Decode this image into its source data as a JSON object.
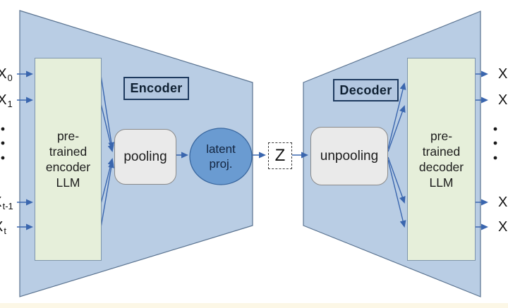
{
  "figure": {
    "type": "encoder-decoder autoencoder architecture diagram"
  },
  "colors": {
    "trapezoid_fill": "#b9cde4",
    "trapezoid_stroke": "#5a7390",
    "llm_box_fill": "#e6efda",
    "llm_box_stroke": "#7e95ac",
    "pool_box_fill": "#eaeaea",
    "pool_box_stroke": "#8a8a8a",
    "latent_circle_fill": "#6a9bd1",
    "latent_circle_stroke": "#39679f",
    "arrow": "#3a66ae",
    "label_box_fill": "#b3c7e0",
    "label_box_stroke": "#1e3a5f",
    "bottom_strip": "#fcf7e6"
  },
  "encoder": {
    "label": "Encoder",
    "llm_lines": [
      "pre-",
      "trained",
      "encoder",
      "LLM"
    ],
    "pooling": "pooling"
  },
  "decoder": {
    "label": "Decoder",
    "llm_lines": [
      "pre-",
      "trained",
      "decoder",
      "LLM"
    ],
    "unpooling": "unpooling"
  },
  "latent": {
    "lines": [
      "latent",
      "proj."
    ],
    "z_label": "Z"
  },
  "inputs": [
    {
      "base": "X",
      "sub": "0"
    },
    {
      "base": "X",
      "sub": "1"
    },
    {
      "base": "X",
      "sub": "t-1"
    },
    {
      "base": "X",
      "sub": "t"
    }
  ],
  "outputs": [
    {
      "base": "X",
      "sub": ""
    },
    {
      "base": "X",
      "sub": ""
    },
    {
      "base": "X",
      "sub": ""
    },
    {
      "base": "X",
      "sub": ""
    }
  ]
}
